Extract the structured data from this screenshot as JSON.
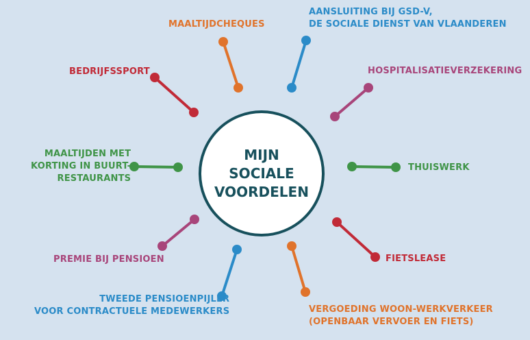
{
  "center": {
    "title": "MIJN\nSOCIALE\nVOORDELEN"
  },
  "colors": {
    "orange": "#e0732b",
    "blue": "#2b8bc8",
    "magenta": "#a8457a",
    "green": "#3f9447",
    "red": "#c12a37",
    "navy": "#17505c"
  },
  "benefits": [
    {
      "id": "maaltijdcheques",
      "label": "MAALTIJDCHEQUES",
      "color": "orange"
    },
    {
      "id": "gsd-v",
      "label": "AANSLUITING BIJ GSD-V,\nDE SOCIALE DIENST VAN VLAANDEREN",
      "color": "blue"
    },
    {
      "id": "hospitalisatie",
      "label": "HOSPITALISATIEVERZEKERING",
      "color": "magenta"
    },
    {
      "id": "thuiswerk",
      "label": "THUISWERK",
      "color": "green"
    },
    {
      "id": "fietslease",
      "label": "FIETSLEASE",
      "color": "red"
    },
    {
      "id": "woon-werkverkeer",
      "label": "VERGOEDING WOON-WERKVERKEER\n(OPENBAAR VERVOER EN FIETS)",
      "color": "orange"
    },
    {
      "id": "tweede-pensioenpijler",
      "label": "TWEEDE PENSIOENPIJLER\nVOOR CONTRACTUELE MEDEWERKERS",
      "color": "blue"
    },
    {
      "id": "premie-pensioen",
      "label": "PREMIE BIJ PENSIOEN",
      "color": "magenta"
    },
    {
      "id": "maaltijden",
      "label": "MAALTIJDEN MET\nKORTING IN BUURT-\nRESTAURANTS",
      "color": "green"
    },
    {
      "id": "bedrijfssport",
      "label": "BEDRIJFSSPORT",
      "color": "red"
    }
  ]
}
